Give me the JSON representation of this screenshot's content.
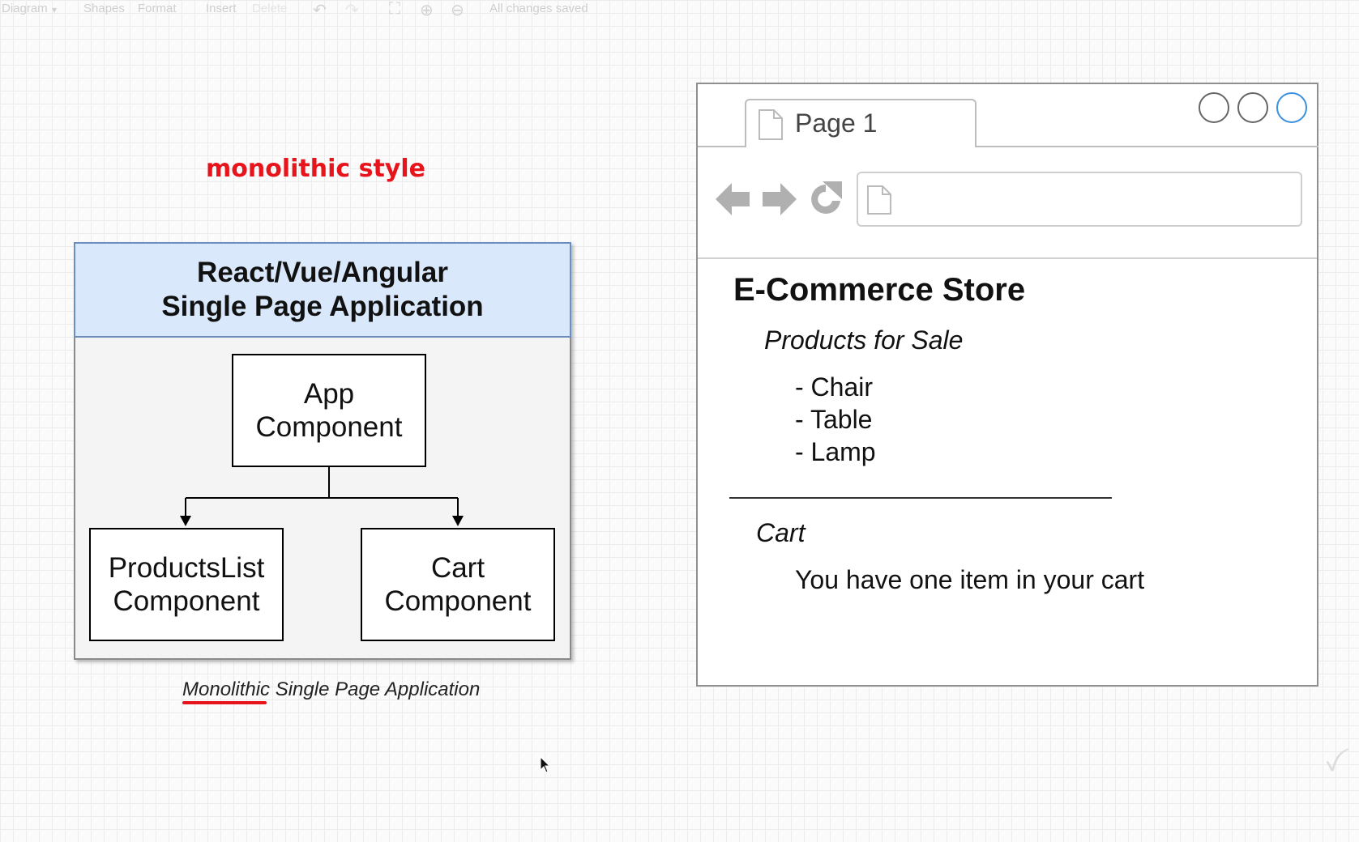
{
  "toolbar": {
    "diagram_menu": "Diagram",
    "shapes_label": "Shapes",
    "format_label": "Format",
    "insert_label": "Insert",
    "delete_label": "Delete",
    "status": "All changes saved",
    "icons": [
      "chevron-down-icon",
      "undo-icon",
      "redo-icon",
      "fullscreen-icon",
      "zoom-in-icon",
      "zoom-out-icon"
    ]
  },
  "slide": {
    "title": "monolithic style",
    "title_color": "#e8141c"
  },
  "diagram": {
    "header_line1": "React/Vue/Angular",
    "header_line2": "Single Page Application",
    "header_fill": "#dae8fc",
    "header_stroke": "#6c8ebf",
    "app_component": {
      "line1": "App",
      "line2": "Component"
    },
    "products_component": {
      "line1": "ProductsList",
      "line2": "Component"
    },
    "cart_component": {
      "line1": "Cart",
      "line2": "Component"
    },
    "caption": "Monolithic Single Page Application"
  },
  "browser": {
    "tab_label": "Page 1",
    "address_value": "",
    "store_title": "E-Commerce Store",
    "products_heading": "Products for Sale",
    "products": [
      "- Chair",
      "- Table",
      "- Lamp"
    ],
    "cart_heading": "Cart",
    "cart_text": "You have one item in your cart",
    "icons": [
      "document-icon",
      "back-arrow-icon",
      "forward-arrow-icon",
      "refresh-icon"
    ]
  }
}
